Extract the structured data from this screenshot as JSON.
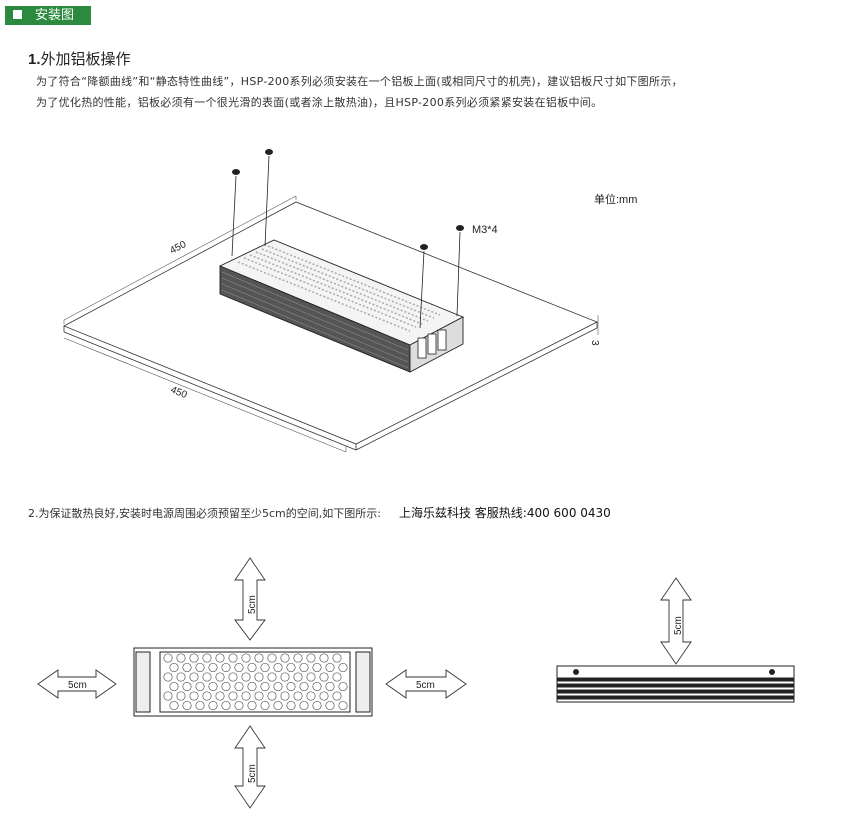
{
  "header": {
    "title": "安装图"
  },
  "section1": {
    "number": "1.",
    "title": "外加铝板操作",
    "line1": "为了符合“降额曲线”和“静态特性曲线”，HSP-200系列必须安装在一个铝板上面(或相同尺寸的机壳)，建议铝板尺寸如下图所示，",
    "line2": "为了优化热的性能，铝板必须有一个很光滑的表面(或者涂上散热油)，且HSP-200系列必须紧紧安装在铝板中间。"
  },
  "diagram1": {
    "unit": "单位:mm",
    "screw_label": "M3*4",
    "dim_top": "450",
    "dim_bottom": "450",
    "dim_thickness": "3"
  },
  "section2": {
    "text": "2.为保证散热良好,安装时电源周围必须预留至少5cm的空间,如下图所示:",
    "hotline": "上海乐兹科技 客服热线:400 600 0430"
  },
  "diagram2": {
    "clearance_top": "5cm",
    "clearance_bottom": "5cm",
    "clearance_left": "5cm",
    "clearance_right": "5cm",
    "clearance_side": "5cm"
  }
}
